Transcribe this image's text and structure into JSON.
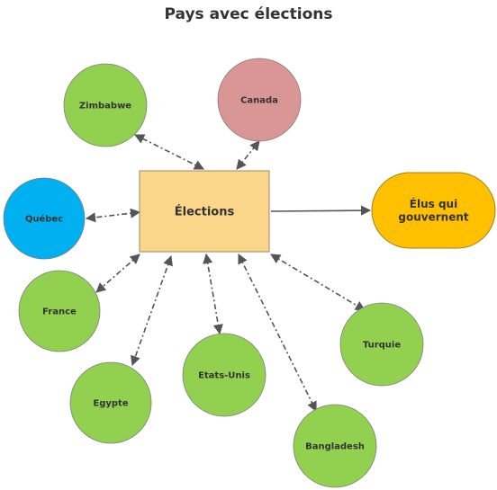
{
  "title": "Pays avec élections",
  "colors": {
    "country_green": "#92d050",
    "country_stroke": "#6a9a3a",
    "canada": "#d99694",
    "quebec": "#00b0f0",
    "center_fill": "#fad58a",
    "result_fill": "#ffc000",
    "edge": "#555555",
    "text": "#333333"
  },
  "nodes": [
    {
      "id": "elections",
      "label": "Élections",
      "shape": "rect",
      "fill": "center_fill"
    },
    {
      "id": "elus",
      "label": "Élus qui gouvernent",
      "shape": "stadium",
      "fill": "result_fill"
    },
    {
      "id": "zimbabwe",
      "label": "Zimbabwe",
      "shape": "circle",
      "fill": "country_green"
    },
    {
      "id": "canada",
      "label": "Canada",
      "shape": "circle",
      "fill": "canada"
    },
    {
      "id": "quebec",
      "label": "Québec",
      "shape": "circle",
      "fill": "quebec"
    },
    {
      "id": "france",
      "label": "France",
      "shape": "circle",
      "fill": "country_green"
    },
    {
      "id": "egypte",
      "label": "Egypte",
      "shape": "circle",
      "fill": "country_green"
    },
    {
      "id": "etats-unis",
      "label": "Etats-Unis",
      "shape": "circle",
      "fill": "country_green"
    },
    {
      "id": "bangladesh",
      "label": "Bangladesh",
      "shape": "circle",
      "fill": "country_green"
    },
    {
      "id": "turquie",
      "label": "Turquie",
      "shape": "circle",
      "fill": "country_green"
    }
  ],
  "edges": [
    {
      "from": "elections",
      "to": "zimbabwe",
      "style": "dash-dot",
      "arrows": "both"
    },
    {
      "from": "elections",
      "to": "canada",
      "style": "dash-dot",
      "arrows": "both"
    },
    {
      "from": "elections",
      "to": "quebec",
      "style": "dash-dot",
      "arrows": "both"
    },
    {
      "from": "elections",
      "to": "france",
      "style": "dash-dot",
      "arrows": "both"
    },
    {
      "from": "elections",
      "to": "egypte",
      "style": "dash-dot",
      "arrows": "both"
    },
    {
      "from": "elections",
      "to": "etats-unis",
      "style": "dash-dot",
      "arrows": "both"
    },
    {
      "from": "elections",
      "to": "bangladesh",
      "style": "dash-dot",
      "arrows": "both"
    },
    {
      "from": "elections",
      "to": "turquie",
      "style": "dash-dot",
      "arrows": "both"
    },
    {
      "from": "elections",
      "to": "elus",
      "style": "solid",
      "arrows": "end"
    }
  ]
}
